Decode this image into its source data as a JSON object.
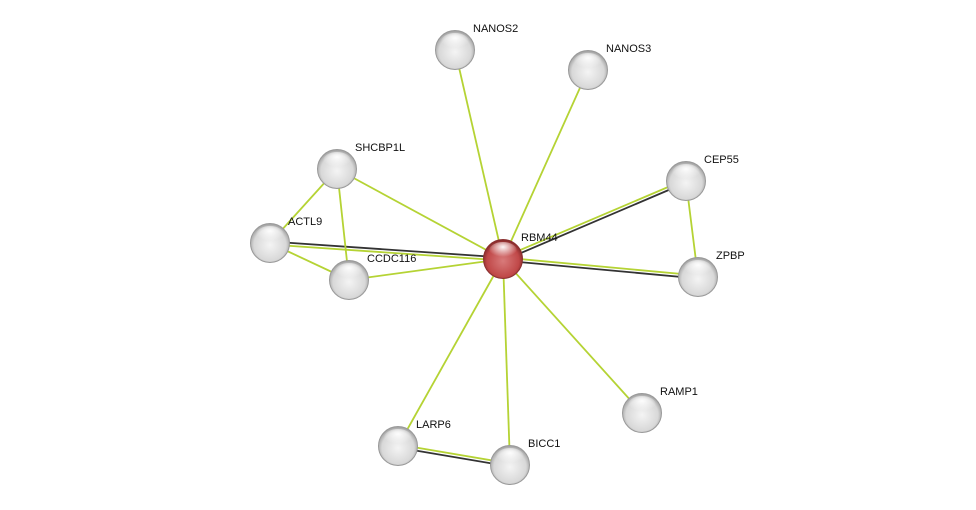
{
  "network": {
    "center_node": "RBM44",
    "nodes": [
      {
        "id": "RBM44",
        "label": "RBM44",
        "color": "#c44a4a",
        "query": true
      },
      {
        "id": "NANOS2",
        "label": "NANOS2",
        "color": "#e6e6e6"
      },
      {
        "id": "NANOS3",
        "label": "NANOS3",
        "color": "#e6e6e6"
      },
      {
        "id": "SHCBP1L",
        "label": "SHCBP1L",
        "color": "#e6e6e6"
      },
      {
        "id": "CEP55",
        "label": "CEP55",
        "color": "#e6e6e6"
      },
      {
        "id": "ACTL9",
        "label": "ACTL9",
        "color": "#e6e6e6"
      },
      {
        "id": "CCDC116",
        "label": "CCDC116",
        "color": "#e6e6e6"
      },
      {
        "id": "ZPBP",
        "label": "ZPBP",
        "color": "#e6e6e6"
      },
      {
        "id": "RAMP1",
        "label": "RAMP1",
        "color": "#e6e6e6"
      },
      {
        "id": "LARP6",
        "label": "LARP6",
        "color": "#e6e6e6"
      },
      {
        "id": "BICC1",
        "label": "BICC1",
        "color": "#e6e6e6"
      }
    ],
    "edges": [
      {
        "source": "RBM44",
        "target": "NANOS2",
        "types": [
          "textmining"
        ]
      },
      {
        "source": "RBM44",
        "target": "NANOS3",
        "types": [
          "textmining"
        ]
      },
      {
        "source": "RBM44",
        "target": "SHCBP1L",
        "types": [
          "textmining"
        ]
      },
      {
        "source": "RBM44",
        "target": "CEP55",
        "types": [
          "textmining",
          "coexpression"
        ]
      },
      {
        "source": "RBM44",
        "target": "ACTL9",
        "types": [
          "textmining",
          "coexpression"
        ]
      },
      {
        "source": "RBM44",
        "target": "CCDC116",
        "types": [
          "textmining"
        ]
      },
      {
        "source": "RBM44",
        "target": "ZPBP",
        "types": [
          "textmining",
          "coexpression"
        ]
      },
      {
        "source": "RBM44",
        "target": "RAMP1",
        "types": [
          "textmining"
        ]
      },
      {
        "source": "RBM44",
        "target": "LARP6",
        "types": [
          "textmining"
        ]
      },
      {
        "source": "RBM44",
        "target": "BICC1",
        "types": [
          "textmining"
        ]
      },
      {
        "source": "SHCBP1L",
        "target": "ACTL9",
        "types": [
          "textmining"
        ]
      },
      {
        "source": "SHCBP1L",
        "target": "CCDC116",
        "types": [
          "textmining"
        ]
      },
      {
        "source": "ACTL9",
        "target": "CCDC116",
        "types": [
          "textmining"
        ]
      },
      {
        "source": "CEP55",
        "target": "ZPBP",
        "types": [
          "textmining"
        ]
      },
      {
        "source": "LARP6",
        "target": "BICC1",
        "types": [
          "textmining",
          "coexpression"
        ]
      }
    ],
    "edge_colors": {
      "textmining": "#b5d334",
      "coexpression": "#333333"
    }
  }
}
